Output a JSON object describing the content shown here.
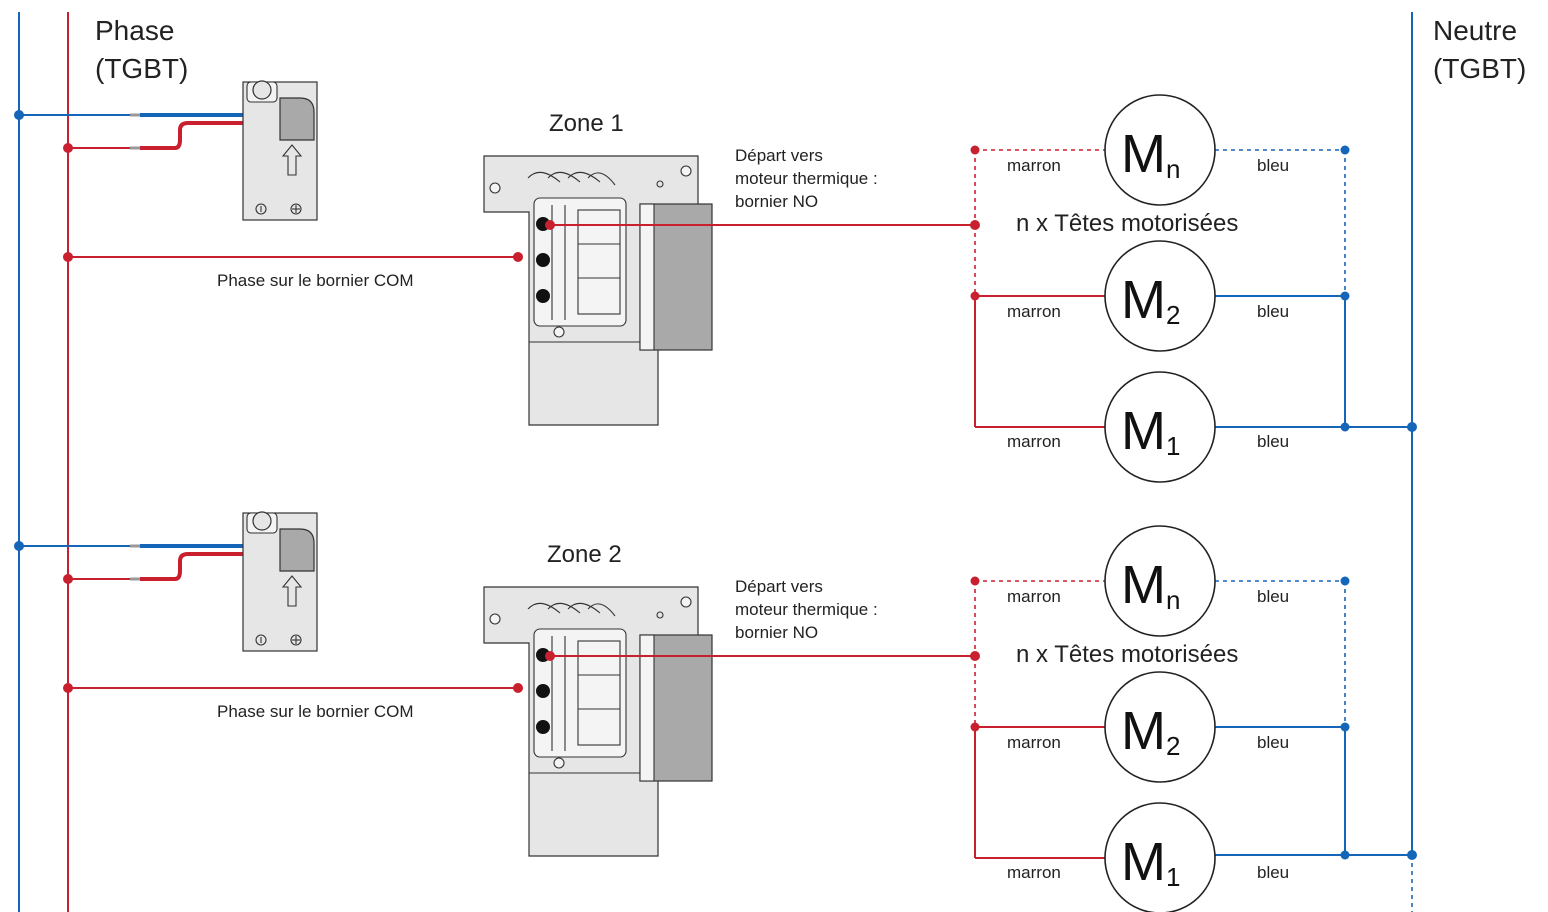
{
  "bus": {
    "phase_title": "Phase",
    "phase_subtitle": "(TGBT)",
    "neutral_title": "Neutre",
    "neutral_subtitle": "(TGBT)"
  },
  "zones": [
    {
      "title": "Zone 1",
      "depart_line1": "Départ vers",
      "depart_line2": "moteur thermique :",
      "depart_line3": "bornier NO",
      "com_label": "Phase sur le bornier COM",
      "group_label": "n x Têtes motorisées",
      "motors": [
        {
          "letter": "M",
          "sub": "n",
          "left": "marron",
          "right": "bleu"
        },
        {
          "letter": "M",
          "sub": "2",
          "left": "marron",
          "right": "bleu"
        },
        {
          "letter": "M",
          "sub": "1",
          "left": "marron",
          "right": "bleu"
        }
      ]
    },
    {
      "title": "Zone 2",
      "depart_line1": "Départ vers",
      "depart_line2": "moteur thermique :",
      "depart_line3": "bornier NO",
      "com_label": "Phase sur le bornier COM",
      "group_label": "n x Têtes motorisées",
      "motors": [
        {
          "letter": "M",
          "sub": "n",
          "left": "marron",
          "right": "bleu"
        },
        {
          "letter": "M",
          "sub": "2",
          "left": "marron",
          "right": "bleu"
        },
        {
          "letter": "M",
          "sub": "1",
          "left": "marron",
          "right": "bleu"
        }
      ]
    }
  ],
  "colors": {
    "phase": "#c8202f",
    "neutral": "#1565b8"
  }
}
